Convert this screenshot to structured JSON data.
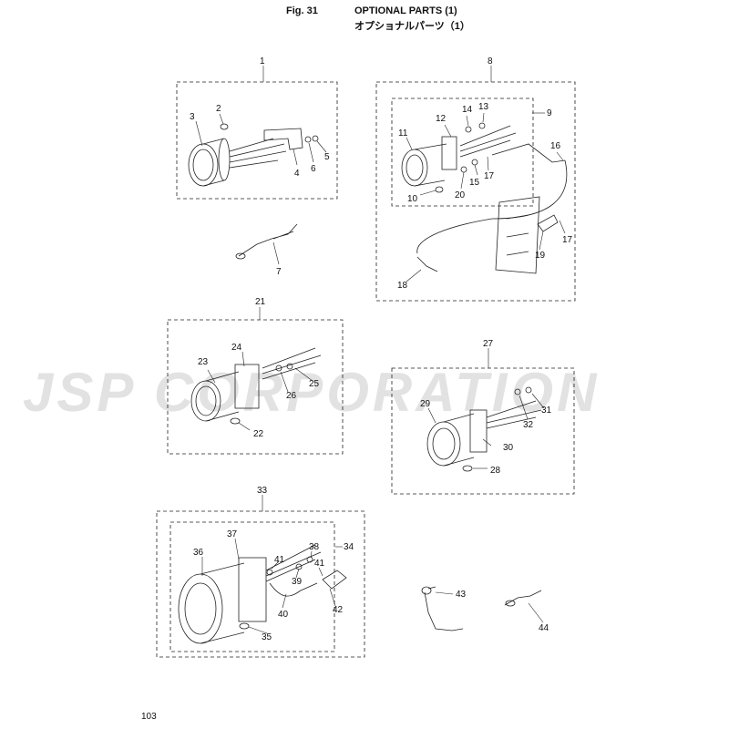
{
  "header": {
    "fig": "Fig. 31",
    "title_en": "OPTIONAL PARTS (1)",
    "title_jp": "オプショナルパーツ（1）"
  },
  "watermark": "JSP CORPORATION",
  "page_number": "103",
  "callouts": {
    "c1": "1",
    "c2": "2",
    "c3": "3",
    "c4": "4",
    "c5": "5",
    "c6": "6",
    "c7": "7",
    "c8": "8",
    "c9": "9",
    "c10": "10",
    "c11": "11",
    "c12": "12",
    "c13": "13",
    "c14": "14",
    "c15": "15",
    "c16": "16",
    "c17a": "17",
    "c17b": "17",
    "c18": "18",
    "c19": "19",
    "c20": "20",
    "c21": "21",
    "c22": "22",
    "c23": "23",
    "c24": "24",
    "c25": "25",
    "c26": "26",
    "c27": "27",
    "c28": "28",
    "c29": "29",
    "c30": "30",
    "c31": "31",
    "c32": "32",
    "c33": "33",
    "c34": "34",
    "c35": "35",
    "c36": "36",
    "c37": "37",
    "c38": "38",
    "c39": "39",
    "c40": "40",
    "c41a": "41",
    "c41b": "41",
    "c42": "42",
    "c43": "43",
    "c44": "44"
  }
}
